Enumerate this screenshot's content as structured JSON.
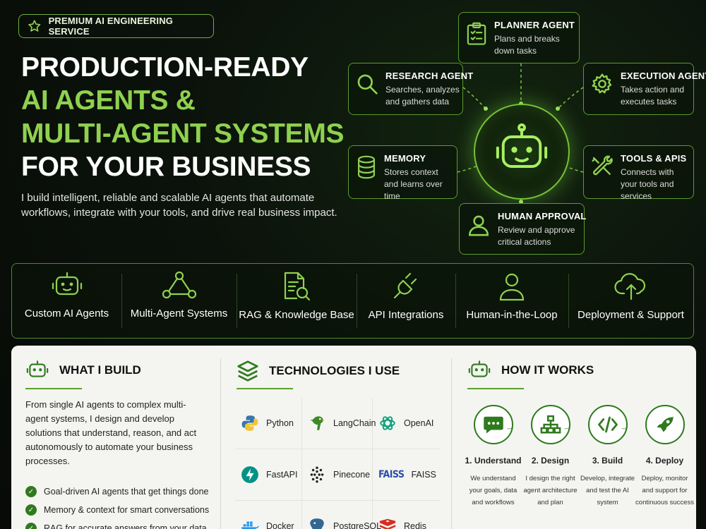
{
  "badge": {
    "label": "PREMIUM AI ENGINEERING SERVICE"
  },
  "hero": {
    "line1": "PRODUCTION-READY",
    "line2": "AI AGENTS &",
    "line3": "MULTI-AGENT SYSTEMS",
    "line4": "FOR YOUR BUSINESS",
    "subtitle": "I build intelligent, reliable and scalable AI agents that automate workflows, integrate with your tools, and drive real business impact."
  },
  "agents": {
    "planner": {
      "title": "PLANNER AGENT",
      "desc": "Plans and breaks down tasks"
    },
    "research": {
      "title": "RESEARCH AGENT",
      "desc": "Searches, analyzes and gathers data"
    },
    "execution": {
      "title": "EXECUTION AGENT",
      "desc": "Takes action and executes tasks"
    },
    "memory": {
      "title": "MEMORY",
      "desc": "Stores context and learns over time"
    },
    "tools": {
      "title": "TOOLS & APIS",
      "desc": "Connects with your tools and services"
    },
    "human": {
      "title": "HUMAN APPROVAL",
      "desc": "Review and approve critical actions"
    }
  },
  "services": [
    {
      "label": "Custom AI Agents",
      "icon": "robot-icon"
    },
    {
      "label": "Multi-Agent Systems",
      "icon": "network-icon"
    },
    {
      "label": "RAG & Knowledge Base",
      "icon": "document-search-icon"
    },
    {
      "label": "API Integrations",
      "icon": "plug-icon"
    },
    {
      "label": "Human-in-the-Loop",
      "icon": "user-icon"
    },
    {
      "label": "Deployment & Support",
      "icon": "cloud-upload-icon"
    }
  ],
  "build": {
    "heading": "WHAT I BUILD",
    "text": "From single AI agents to complex multi-agent systems, I design and develop solutions that understand, reason, and act autonomously to automate your business processes.",
    "points": [
      "Goal-driven AI agents that get things done",
      "Memory & context for smart conversations",
      "RAG for accurate answers from your data"
    ]
  },
  "tech": {
    "heading": "TECHNOLOGIES I USE",
    "items": [
      "Python",
      "LangChain",
      "OpenAI",
      "FastAPI",
      "Pinecone",
      "FAISS",
      "Docker",
      "PostgreSQL",
      "Redis"
    ],
    "faiss_logo": "FAISS"
  },
  "how": {
    "heading": "HOW IT WORKS",
    "steps": [
      {
        "title": "1. Understand",
        "desc": "We understand your goals, data and workflows"
      },
      {
        "title": "2. Design",
        "desc": "I design the right agent architecture and plan"
      },
      {
        "title": "3. Build",
        "desc": "Develop, integrate and test the AI system"
      },
      {
        "title": "4. Deploy",
        "desc": "Deploy, monitor and support for continuous success"
      }
    ],
    "arrow": "→"
  },
  "colors": {
    "accent": "#8fd14f",
    "border": "#5c9a2f",
    "dark": "#2f7a1e",
    "bg": "#0b120b",
    "panel": "#f4f5f1"
  }
}
